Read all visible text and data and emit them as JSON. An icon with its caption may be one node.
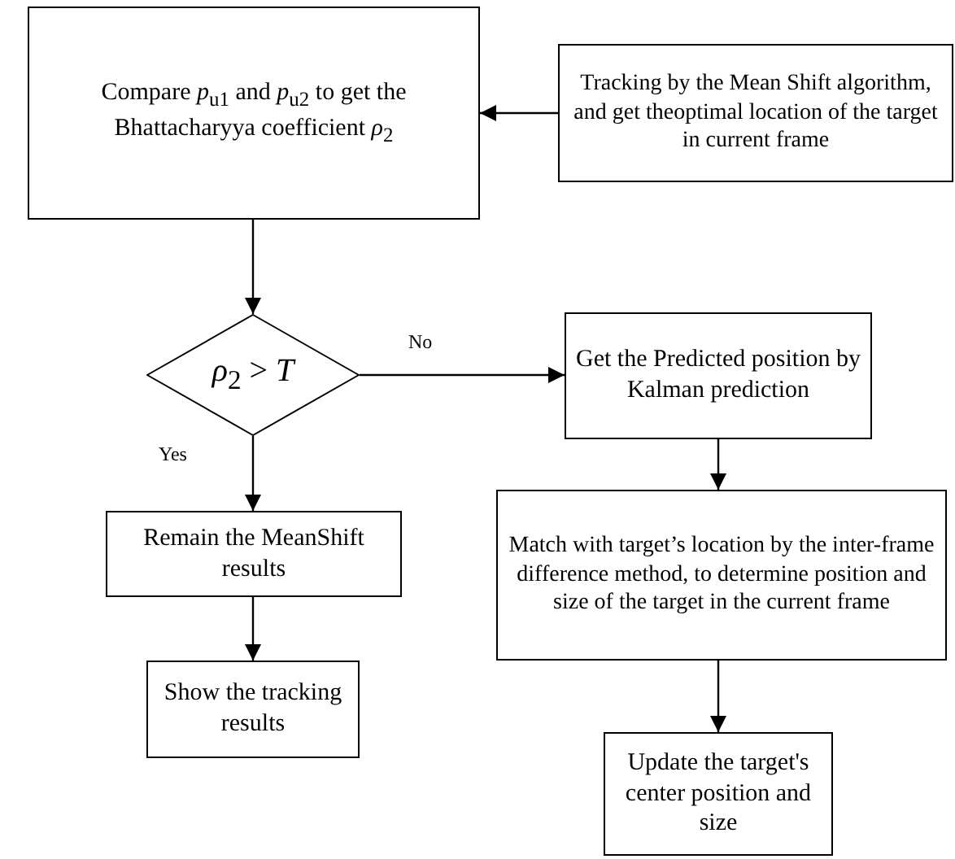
{
  "diagram": {
    "nodes": [
      {
        "text": [
          "Compare *p*$_{u1}$ and *p*$_{u2}$ to get the Bhattacharyya coefficient *ρ*$_{2}$"
        ]
      },
      {
        "text": [
          "Tracking by the Mean Shift algorithm, and get theoptimal location of the target in current frame"
        ]
      },
      {
        "text": [
          "*ρ*$_{2}$ > *T*"
        ]
      },
      {
        "text": [
          "Get the Predicted position by Kalman prediction"
        ]
      },
      {
        "text": [
          "Remain the MeanShift results"
        ]
      },
      {
        "text": [
          "Show the tracking results"
        ]
      },
      {
        "text": [
          "Match with target’s location by the inter-frame difference method, to determine position and size of the target in the current frame"
        ]
      },
      {
        "text": [
          "Update the target's center position and size"
        ]
      }
    ],
    "edges": [
      {
        "from": 1,
        "to": 0,
        "arrow": "to"
      },
      {
        "from": 0,
        "to": 2,
        "arrow": "to"
      },
      {
        "from": 2,
        "to": 3,
        "arrow": "to",
        "label": "No"
      },
      {
        "from": 2,
        "to": 4,
        "arrow": "to",
        "label": "Yes"
      },
      {
        "from": 4,
        "to": 5,
        "arrow": "to"
      },
      {
        "from": 3,
        "to": 6,
        "arrow": "to"
      },
      {
        "from": 6,
        "to": 7,
        "arrow": "to"
      }
    ]
  }
}
